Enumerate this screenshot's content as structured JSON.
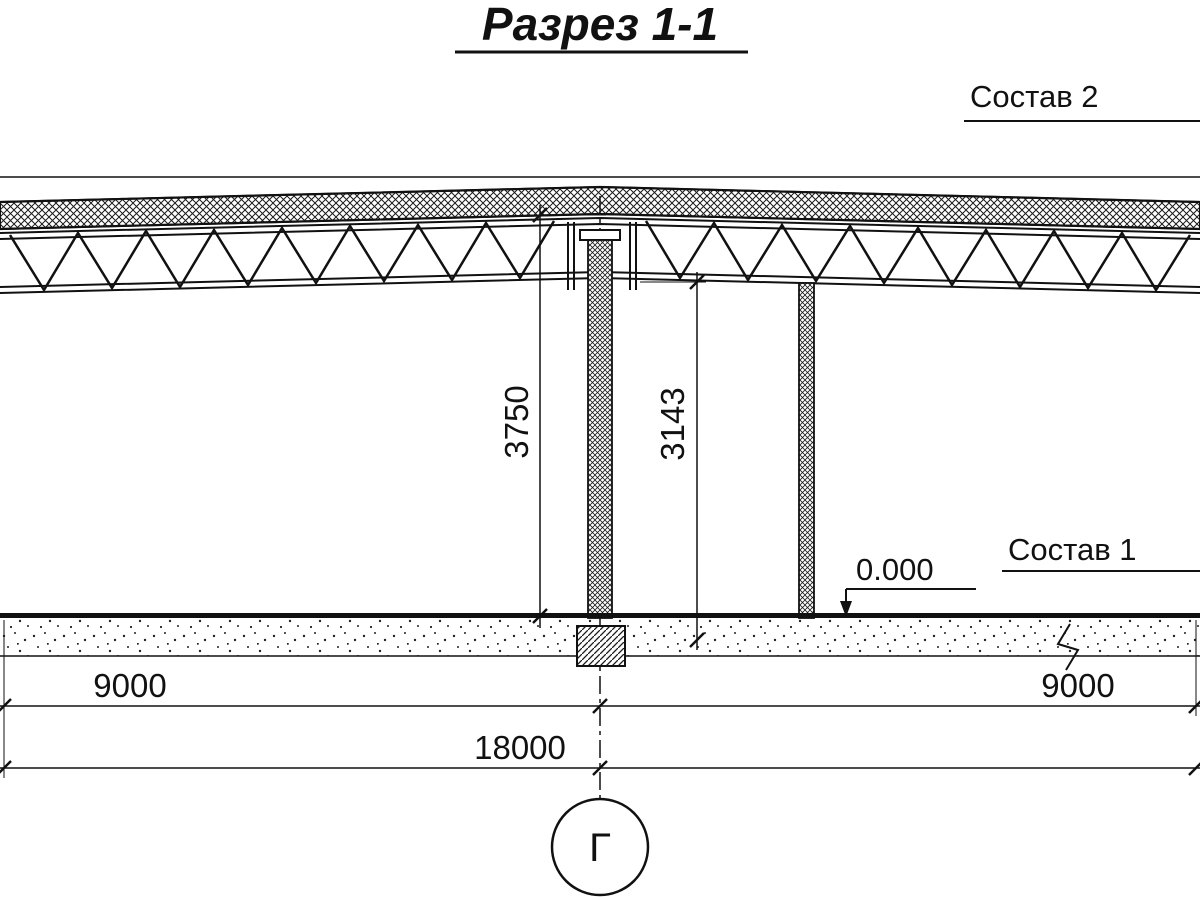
{
  "title": "Разрез 1-1",
  "annotations": {
    "composition_top": "Состав 2",
    "composition_floor": "Состав 1",
    "level_mark": "0.000"
  },
  "dimensions": {
    "column_height": "3750",
    "clear_height": "3143",
    "bay_left": "9000",
    "bay_right": "9000",
    "total_span": "18000"
  },
  "axis": {
    "label": "Г"
  }
}
